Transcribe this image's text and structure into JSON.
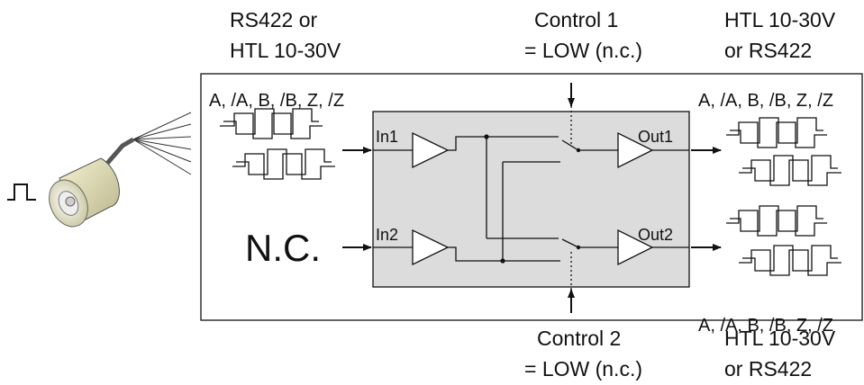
{
  "input_top_heading": [
    "RS422 or",
    "HTL 10-30V"
  ],
  "control1_heading": [
    "Control 1",
    "= LOW (n.c.)"
  ],
  "output_top_heading": [
    "HTL 10-30V",
    "or RS422"
  ],
  "control2_heading": [
    "Control 2",
    "= LOW (n.c.)"
  ],
  "output_bottom_heading": [
    "HTL 10-30V",
    "or RS422"
  ],
  "channel_label": "A, /A, B, /B, Z, /Z",
  "in1_label": "In1",
  "in2_label": "In2",
  "out1_label": "Out1",
  "out2_label": "Out2",
  "not_connected_label": "N.C.",
  "colors": {
    "module_fill": "#dcdcdc",
    "line": "#111111",
    "encoder_body": "#e6e3b8"
  }
}
